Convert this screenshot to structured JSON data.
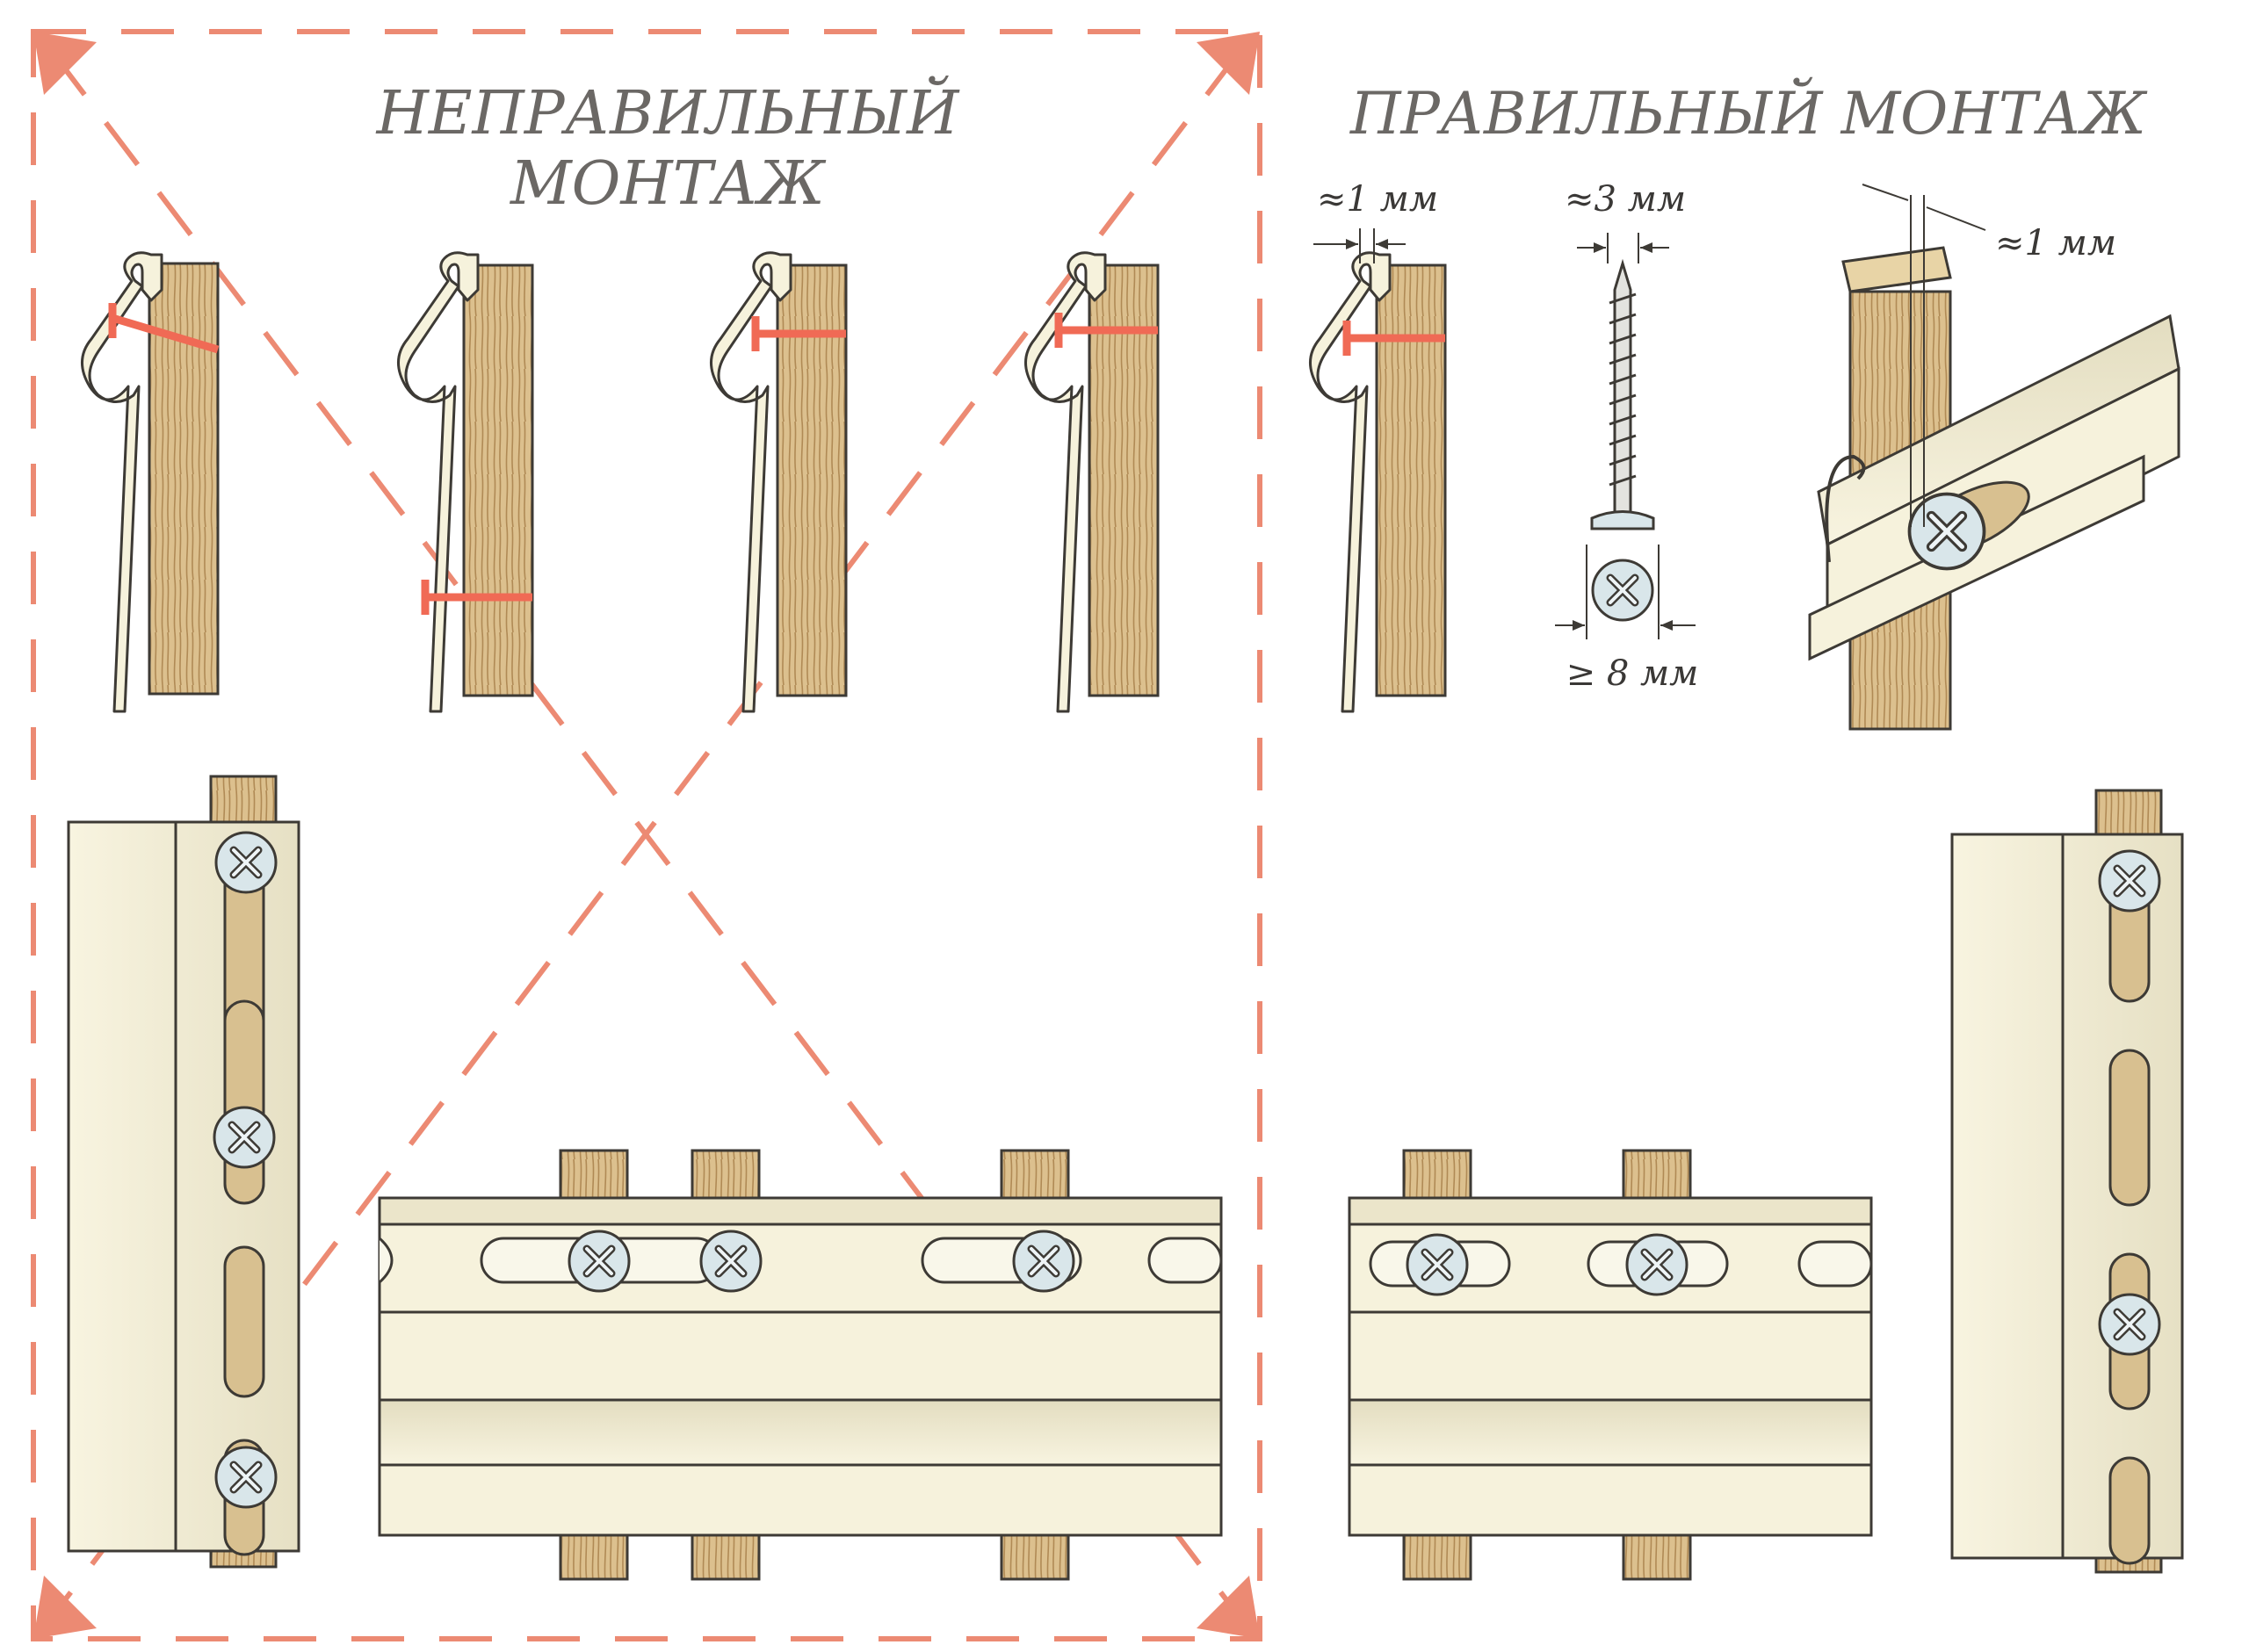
{
  "incorrect": {
    "title_line1": "НЕПРАВИЛЬНЫЙ",
    "title_line2": "МОНТАЖ"
  },
  "correct": {
    "title": "ПРАВИЛЬНЫЙ МОНТАЖ",
    "gap_label": "≈1 мм",
    "screw_shank_label": "≈3 мм",
    "screw_head_label": "≥ 8 мм",
    "perspective_gap_label": "≈1 мм"
  },
  "colors": {
    "dash_red": "#ec8a73",
    "nail_red": "#f06a55",
    "wood": "#dcc08e",
    "wood_grain": "#b08a55",
    "panel": "#f6f2dc",
    "panel_shade": "#e6e0c2",
    "outline": "#3d3a35",
    "screw": "#d9e6ea"
  }
}
